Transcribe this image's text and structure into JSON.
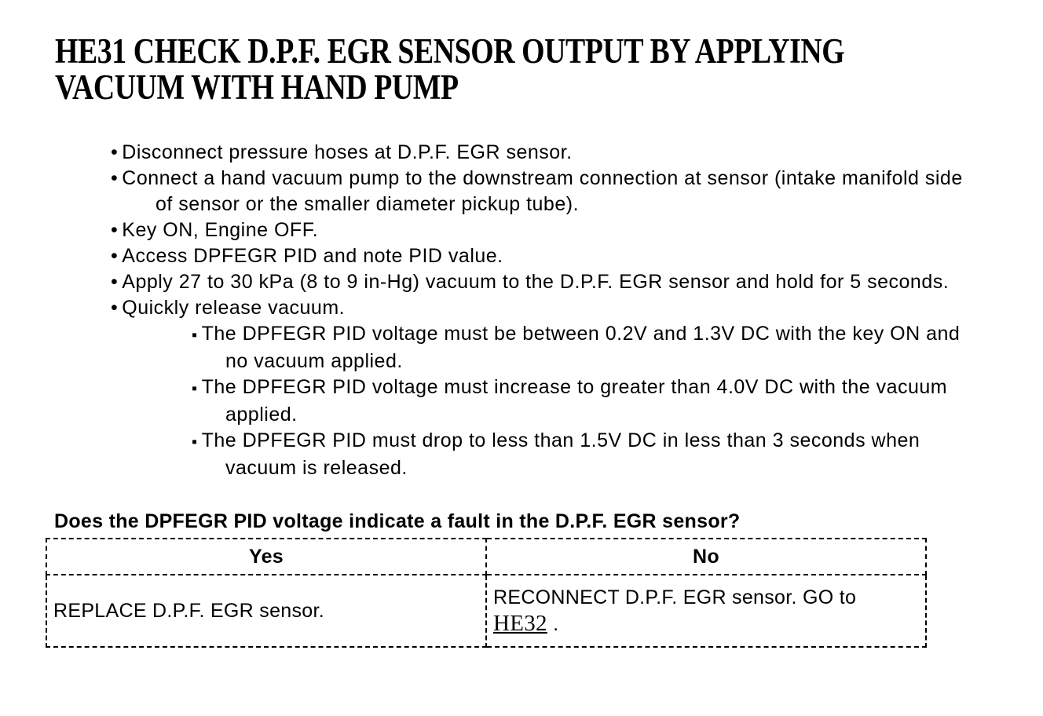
{
  "title": "HE31 CHECK D.P.F. EGR SENSOR OUTPUT BY APPLYING VACUUM WITH HAND PUMP",
  "title_lines": [
    "HE31 CHECK D.P.F. EGR SENSOR OUTPUT BY APPLYING",
    "VACUUM WITH HAND PUMP"
  ],
  "icons": {
    "bullet": "•",
    "square_bullet": "▪"
  },
  "steps": [
    "Disconnect pressure hoses at D.P.F. EGR sensor.",
    "Connect a hand vacuum pump to the downstream connection at sensor (intake manifold side of sensor or the smaller diameter pickup tube).",
    "Key ON, Engine OFF.",
    "Access DPFEGR PID and note PID value.",
    "Apply 27 to 30 kPa (8 to 9 in-Hg) vacuum to the D.P.F. EGR sensor and hold for 5 seconds.",
    "Quickly release vacuum."
  ],
  "substeps": [
    "The DPFEGR PID voltage must be between 0.2V and 1.3V DC with the key ON and no vacuum applied.",
    "The DPFEGR PID voltage must increase to greater than 4.0V DC with the vacuum applied.",
    "The DPFEGR PID must drop to less than 1.5V DC in less than 3 seconds when vacuum is released."
  ],
  "question": "Does the DPFEGR PID voltage indicate a fault in the D.P.F. EGR sensor?",
  "decision_table": {
    "headers": [
      "Yes",
      "No"
    ],
    "yes_action": "REPLACE D.P.F. EGR sensor.",
    "no_action_prefix": "RECONNECT D.P.F. EGR sensor. GO to",
    "no_action_link": "HE32",
    "no_action_suffix": " ."
  },
  "colors": {
    "background": "#ffffff",
    "text": "#000000",
    "table_border": "#000000"
  }
}
